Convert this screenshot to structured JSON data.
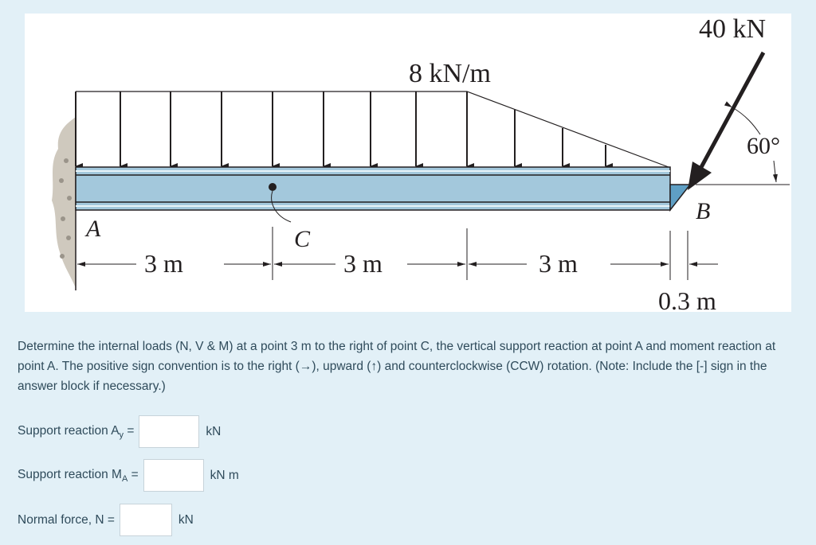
{
  "figure": {
    "load_label": "8 kN/m",
    "force_label": "40 kN",
    "angle_label": "60°",
    "point_a": "A",
    "point_b": "B",
    "point_c": "C",
    "dim_1": "3 m",
    "dim_2": "3 m",
    "dim_3": "3 m",
    "dim_4": "0.3 m"
  },
  "question": {
    "text": "Determine the internal loads (N, V & M) at a point 3 m to the right of point C, the vertical support reaction at point A and moment reaction at point A. The positive sign convention is to the right (→), upward (↑) and counterclockwise (CCW) rotation. (Note: Include the [-] sign in the answer block if necessary.)"
  },
  "answers": [
    {
      "label": "Support reaction A",
      "sub": "y",
      "eq": " =",
      "value": "",
      "unit": "kN"
    },
    {
      "label": "Support reaction M",
      "sub": "A",
      "eq": " =",
      "value": "",
      "unit": "kN m"
    },
    {
      "label": "Normal force, N =",
      "sub": "",
      "eq": "",
      "value": "",
      "unit": "kN"
    }
  ]
}
